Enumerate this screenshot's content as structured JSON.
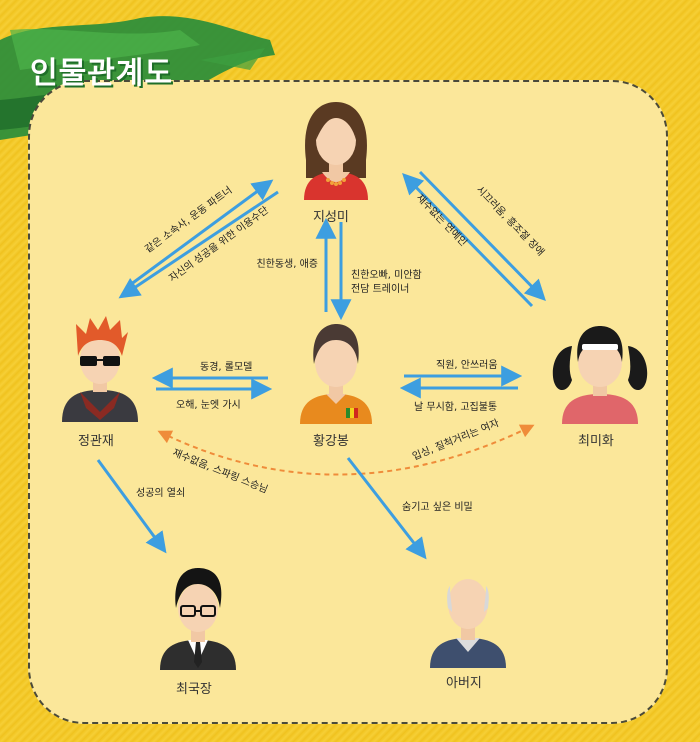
{
  "title": "인물관계도",
  "colors": {
    "arrow": "#3d9ee0",
    "dashed_arrow": "#ef8c3a",
    "panel": "#fbe79a",
    "brush": "#2f8f3a"
  },
  "characters": {
    "jiseongmi": "지성미",
    "jeonggwanjae": "정관재",
    "hwanggangbong": "황강봉",
    "choemihwa": "최미화",
    "choegukjang": "최국장",
    "abeoji": "아버지"
  },
  "relations": {
    "jeong_to_ji": "같은 소속사, 운동 파트너",
    "ji_to_jeong": "자신의 성공을 위한 이용수단",
    "hwang_to_ji": "친한동생, 애증",
    "ji_to_hwang_1": "친한오빠, 미안함",
    "ji_to_hwang_2": "전담 트레이너",
    "ji_to_choe": "시끄러움, 흥조절 장애",
    "choe_to_ji": "재수없는 연예인",
    "hwang_to_jeong_top": "동경, 롤모델",
    "jeong_to_hwang_bottom": "오해, 눈엣 가시",
    "hwang_to_choe_top": "직원, 안쓰러움",
    "choe_to_hwang_bottom": "날 무시함, 고집불통",
    "jeong_choe_1": "재수없음, 스파링 스승님",
    "jeong_choe_2": "입싱, 질척거리는 여자",
    "jeong_to_chief": "성공의 열쇠",
    "hwang_to_father": "숨기고 싶은 비밀"
  }
}
